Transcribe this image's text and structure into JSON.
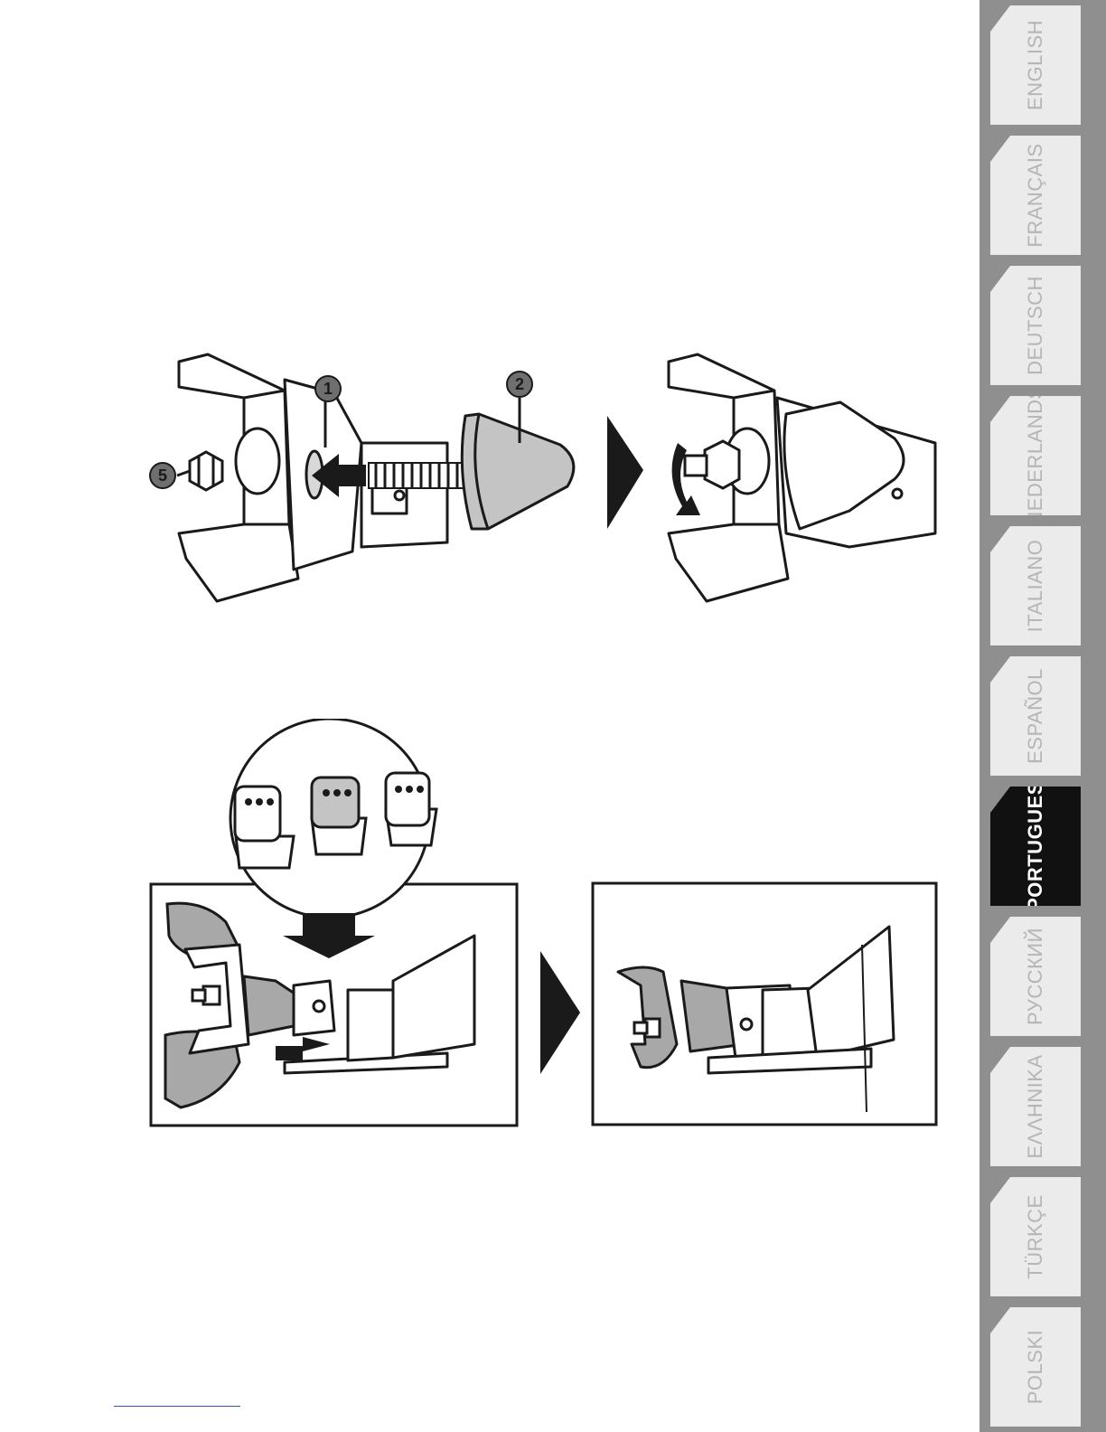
{
  "figure_top": {
    "callouts": {
      "part1": "1",
      "part2": "2",
      "part5": "5"
    }
  },
  "language_tabs": [
    {
      "label": "ENGLISH",
      "active": false
    },
    {
      "label": "FRANÇAIS",
      "active": false
    },
    {
      "label": "DEUTSCH",
      "active": false
    },
    {
      "label": "NEDERLANDS",
      "active": false
    },
    {
      "label": "ITALIANO",
      "active": false
    },
    {
      "label": "ESPAÑOL",
      "active": false
    },
    {
      "label": "PORTUGUES",
      "active": true
    },
    {
      "label": "РУССКИЙ",
      "active": false
    },
    {
      "label": "ΕΛΛΗΝΙΚΑ",
      "active": false
    },
    {
      "label": "TÜRKÇE",
      "active": false
    },
    {
      "label": "POLSKI",
      "active": false
    }
  ],
  "colors": {
    "tab_bg": "#ebebeb",
    "tab_edge": "#8f8f8f",
    "tab_active_bg": "#111111",
    "line_art": "#1a1a1a",
    "part_fill": "#c4c4c4"
  }
}
